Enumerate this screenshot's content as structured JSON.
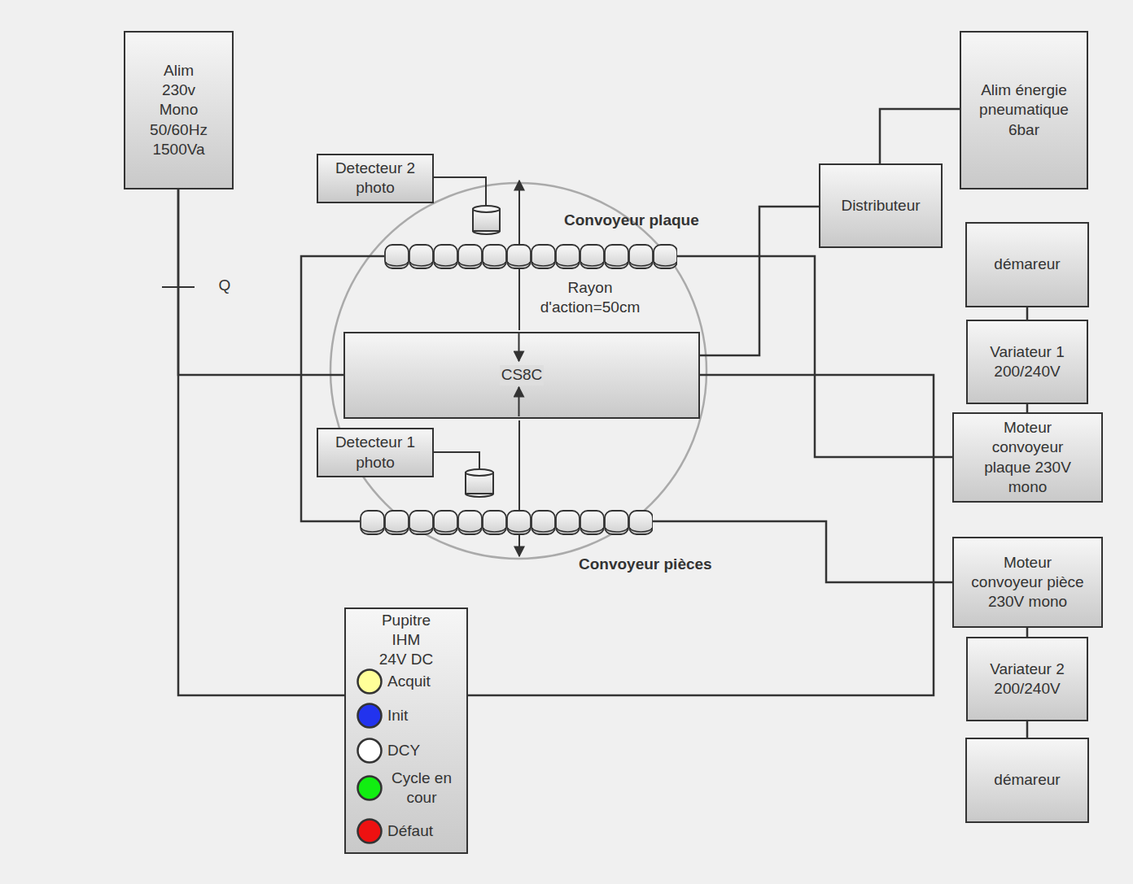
{
  "diagram": {
    "nodes": [
      {
        "text": [
          "Alim 230v Mono 50/60Hz 1500Va"
        ]
      },
      {
        "text": [
          "Alim énergie pneumatique 6bar"
        ]
      },
      {
        "text": [
          "Detecteur 2 photo"
        ]
      },
      {
        "text": [
          "Distributeur"
        ]
      },
      {
        "text": [
          "Convoyeur plaque"
        ]
      },
      {
        "text": [
          "démareur"
        ]
      },
      {
        "text": [
          "Variateur 1 200/240V"
        ]
      },
      {
        "text": [
          "CS8C"
        ]
      },
      {
        "text": [
          "Moteur convoyeur plaque 230V mono"
        ]
      },
      {
        "text": [
          "Detecteur 1 photo"
        ]
      },
      {
        "text": [
          "Convoyeur pièces"
        ]
      },
      {
        "text": [
          "Moteur convoyeur pièce 230V mono"
        ]
      },
      {
        "text": [
          "Pupitre IHM 24V DC"
        ]
      },
      {
        "text": [
          "Acquit"
        ],
        "in": 12
      },
      {
        "text": [
          "Init"
        ],
        "in": 12
      },
      {
        "text": [
          "DCY"
        ],
        "in": 12
      },
      {
        "text": [
          "Cycle en cour"
        ],
        "in": 12
      },
      {
        "text": [
          "Défaut"
        ],
        "in": 12
      },
      {
        "text": [
          "Variateur 2 200/240V"
        ]
      },
      {
        "text": [
          "démareur"
        ]
      }
    ],
    "edges": [
      {
        "from": 0,
        "to": 7,
        "arrow": "none"
      },
      {
        "from": 0,
        "to": 12,
        "arrow": "none"
      },
      {
        "from": 7,
        "to": 12,
        "arrow": "none"
      },
      {
        "from": 7,
        "to": 3,
        "arrow": "none"
      },
      {
        "from": 3,
        "to": 1,
        "arrow": "none"
      },
      {
        "from": 4,
        "to": 10,
        "arrow": "none"
      },
      {
        "from": 4,
        "to": 8,
        "arrow": "none"
      },
      {
        "from": 10,
        "to": 11,
        "arrow": "none"
      },
      {
        "from": 5,
        "to": 6,
        "arrow": "none"
      },
      {
        "from": 6,
        "to": 8,
        "arrow": "none"
      },
      {
        "from": 11,
        "to": 18,
        "arrow": "none"
      },
      {
        "from": 18,
        "to": 19,
        "arrow": "none"
      }
    ],
    "labels": [
      "Q",
      "Rayon d'action=50cm"
    ]
  }
}
